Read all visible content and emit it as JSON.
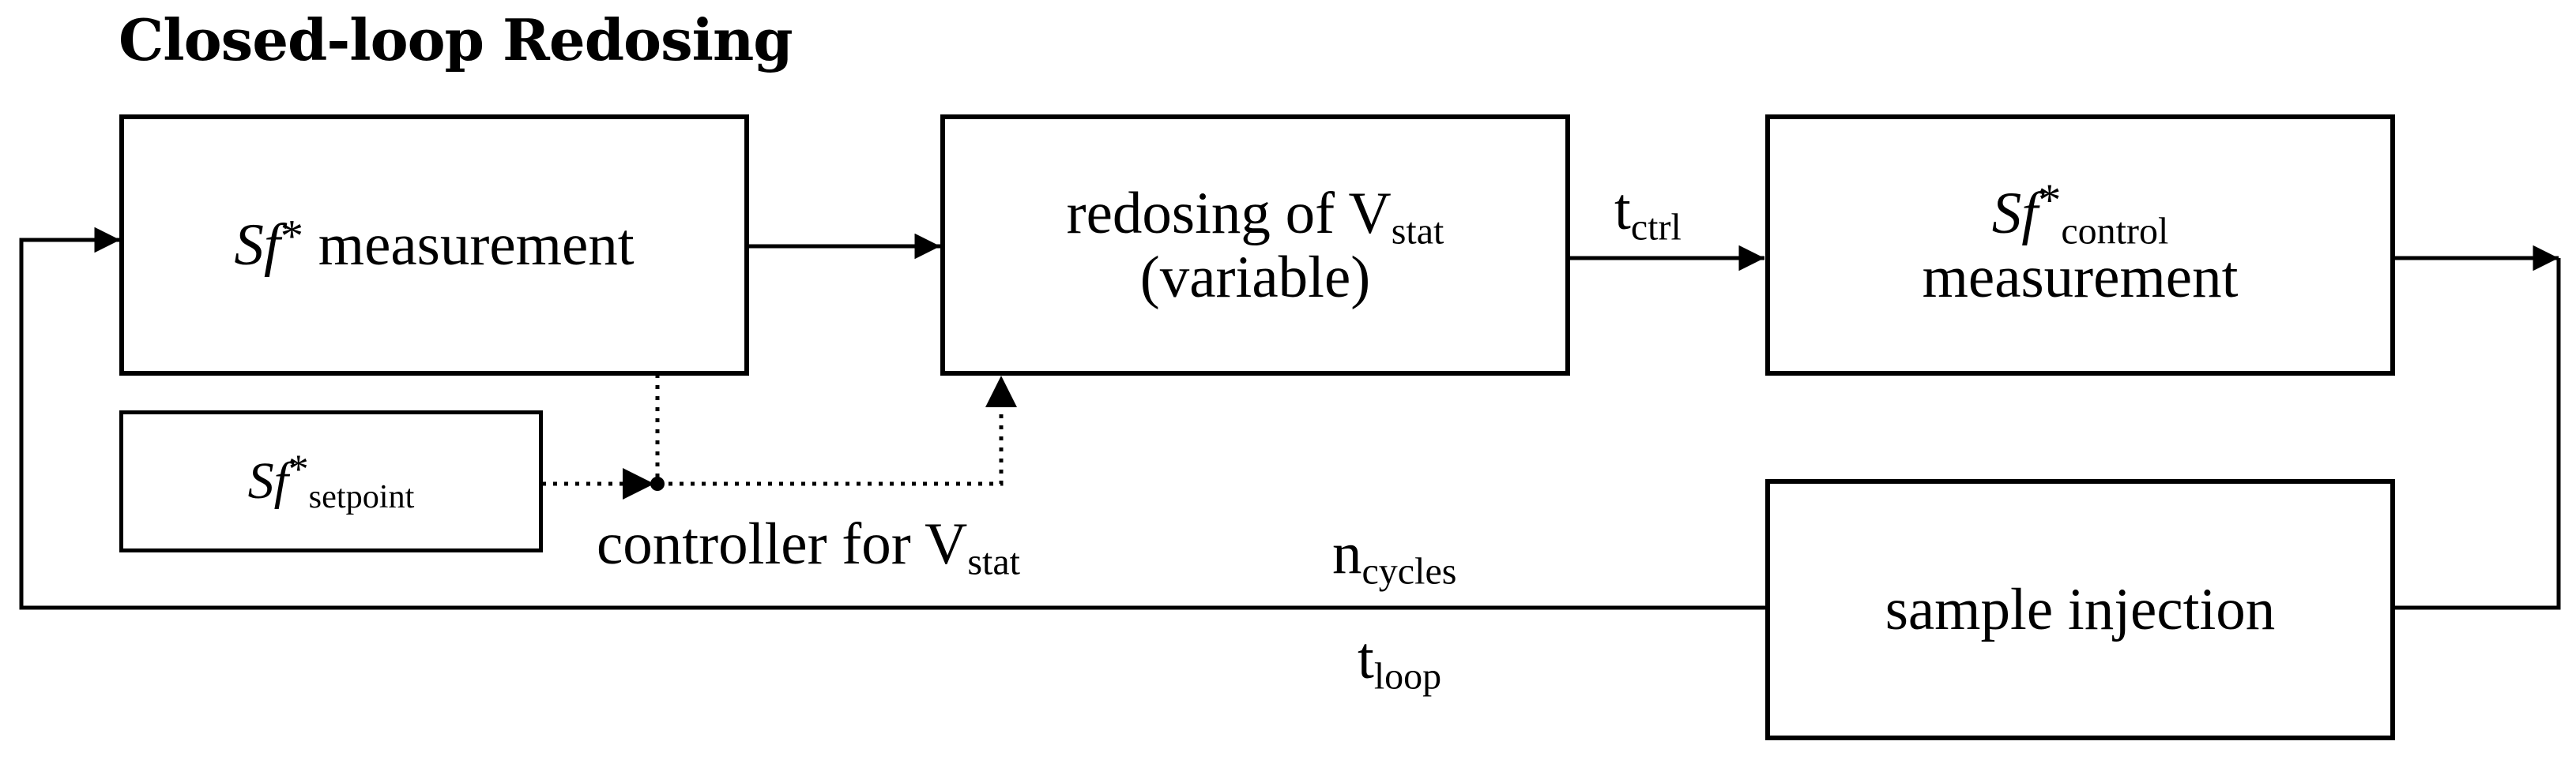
{
  "title": "Closed-loop Redosing",
  "boxes": {
    "sf_measurement": {
      "sym": "Sf",
      "star": "*",
      "text": " measurement"
    },
    "redosing": {
      "line1": "redosing of V",
      "sub": "stat",
      "line2": "(variable)"
    },
    "sf_control": {
      "sym": "Sf",
      "star": "*",
      "sub": "control",
      "line2": "measurement"
    },
    "sf_setpoint": {
      "sym": "Sf",
      "star": "*",
      "sub": "setpoint"
    },
    "sample_injection": {
      "text": "sample injection"
    }
  },
  "labels": {
    "controller": {
      "text": "controller for V",
      "sub": "stat"
    },
    "t_ctrl": {
      "text": "t",
      "sub": "ctrl"
    },
    "n_cycles": {
      "text": "n",
      "sub": "cycles"
    },
    "t_loop": {
      "text": "t",
      "sub": "loop"
    }
  }
}
